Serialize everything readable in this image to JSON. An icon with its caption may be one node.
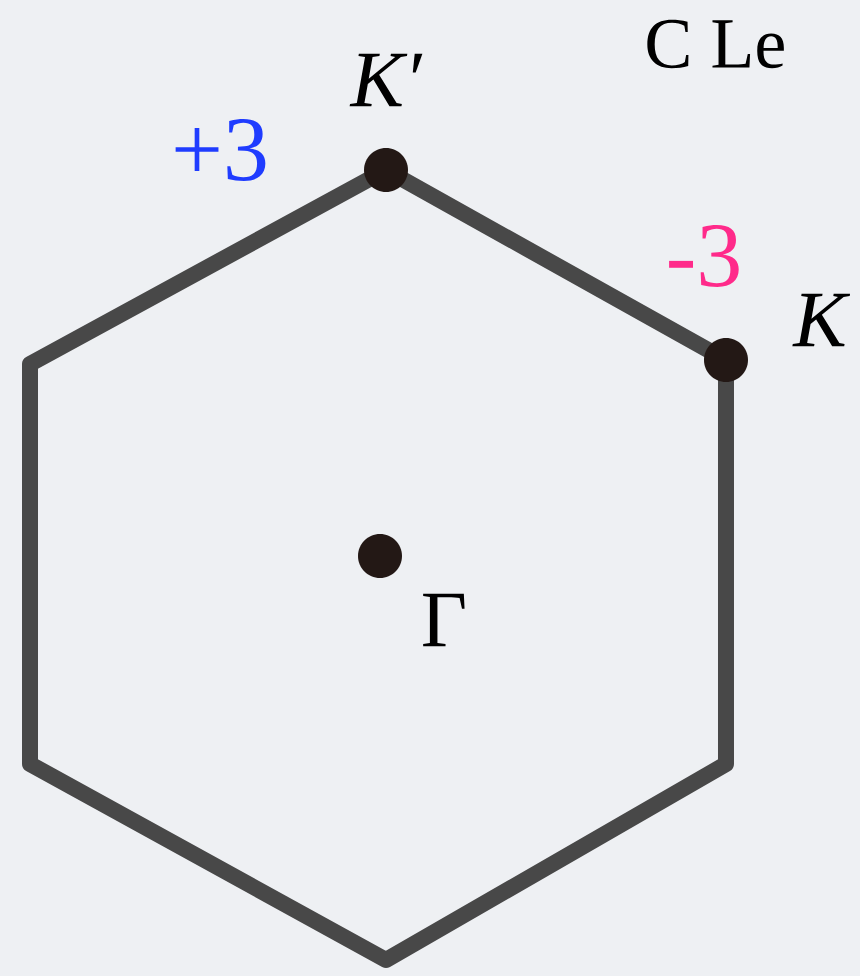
{
  "diagram": {
    "nodes": [
      {
        "text": [
          "K′"
        ]
      },
      {
        "text": [
          "K"
        ]
      },
      {
        "text": [
          "Γ"
        ]
      }
    ],
    "labels": [
      "C Le",
      "+3",
      "-3"
    ]
  }
}
